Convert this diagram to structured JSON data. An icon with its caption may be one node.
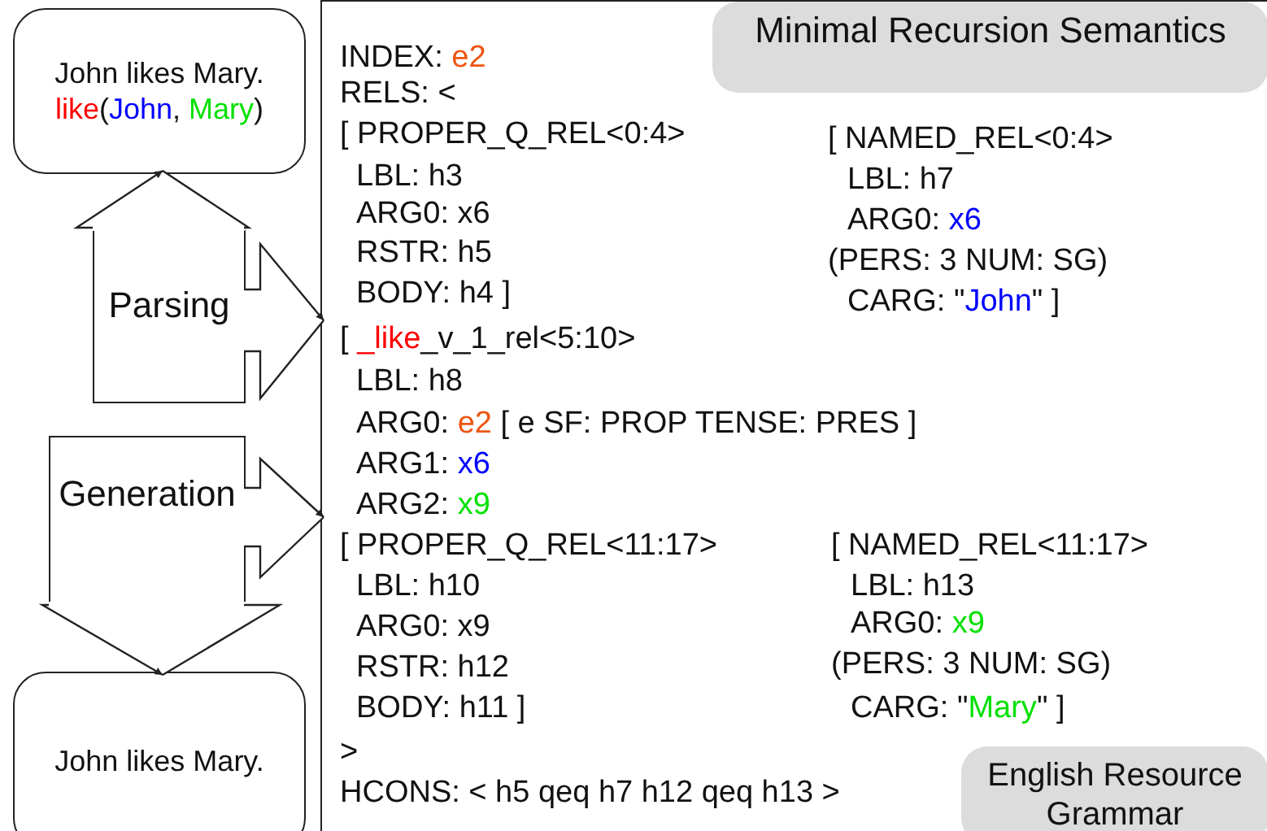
{
  "diagram": {
    "nodes": [
      {
        "text": [
          "John likes Mary.",
          "like(John, Mary)"
        ]
      },
      {
        "text": [
          "Parsing"
        ]
      },
      {
        "text": [
          "Generation"
        ]
      },
      {
        "text": [
          "John likes Mary."
        ]
      },
      {
        "text": [],
        "shape": "box"
      },
      {
        "text": [
          "Minimal Recursion Semantics"
        ],
        "in": 4
      },
      {
        "text": [
          "English Resource Grammar"
        ],
        "in": 4
      }
    ],
    "edges": [
      {
        "from": 1,
        "to": 0,
        "arrow": "to"
      },
      {
        "from": 1,
        "to": 4,
        "arrow": "to"
      },
      {
        "from": 2,
        "to": 4,
        "arrow": "to"
      },
      {
        "from": 2,
        "to": 3,
        "arrow": "to"
      }
    ],
    "labels": [
      "INDEX: e2",
      "RELS: <",
      "[ PROPER_Q_REL<0:4>",
      "[ NAMED_REL<0:4>",
      "LBL: h3",
      "LBL: h7",
      "ARG0: x6",
      "ARG0: x6",
      "RSTR: h5",
      "(PERS: 3 NUM: SG)",
      "BODY: h4 ]",
      "CARG: \"John\" ]",
      "[ _like_v_1_rel<5:10>",
      "LBL: h8",
      "ARG0: e2 [ e SF: PROP TENSE: PRES ]",
      "ARG1: x6",
      "ARG2: x9",
      "[ PROPER_Q_REL<11:17>",
      "[ NAMED_REL<11:17>",
      "LBL: h10",
      "LBL: h13",
      "ARG0: x9",
      "ARG0: x9",
      "RSTR: h12",
      "(PERS: 3 NUM: SG)",
      "BODY: h11 ]",
      "CARG: \"Mary\" ]",
      ">",
      "HCONS: < h5 qeq h7 h12 qeq h13 >"
    ]
  }
}
